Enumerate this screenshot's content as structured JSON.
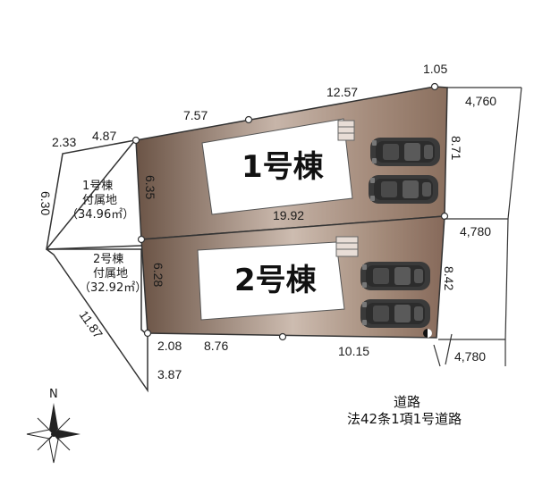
{
  "lots": {
    "lot1": {
      "name": "1号棟"
    },
    "lot2": {
      "name": "2号棟"
    }
  },
  "annex1": {
    "line1": "1号棟",
    "line2": "付属地",
    "line3": "（34.96㎡）"
  },
  "annex2": {
    "line1": "2号棟",
    "line2": "付属地",
    "line3": "（32.92㎡）"
  },
  "dimensions": {
    "top_left_short": "2.33",
    "top_left": "4.87",
    "top_mid": "7.57",
    "top_right": "12.57",
    "corner_top_right": "1.05",
    "annex_left_edge": "6.30",
    "lot1_left": "6.35",
    "lot1_right": "8.71",
    "middle_divider": "19.92",
    "lot2_left": "6.28",
    "lot2_right": "8.42",
    "annex2_diagonal": "11.87",
    "bottom_left_a": "2.08",
    "bottom_left_b": "8.76",
    "bottom_right": "10.15",
    "annex_bottom": "3.87",
    "road_width_1": "4,760",
    "road_width_2": "4,780",
    "road_width_3": "4,780"
  },
  "road": {
    "line1": "道路",
    "line2": "法42条1項1号道路"
  },
  "compass": {
    "label": "N"
  },
  "colors": {
    "lot_fill": "#9a7e6c",
    "lot_interior": "#ffffff",
    "car_body": "#3a3a3a"
  }
}
